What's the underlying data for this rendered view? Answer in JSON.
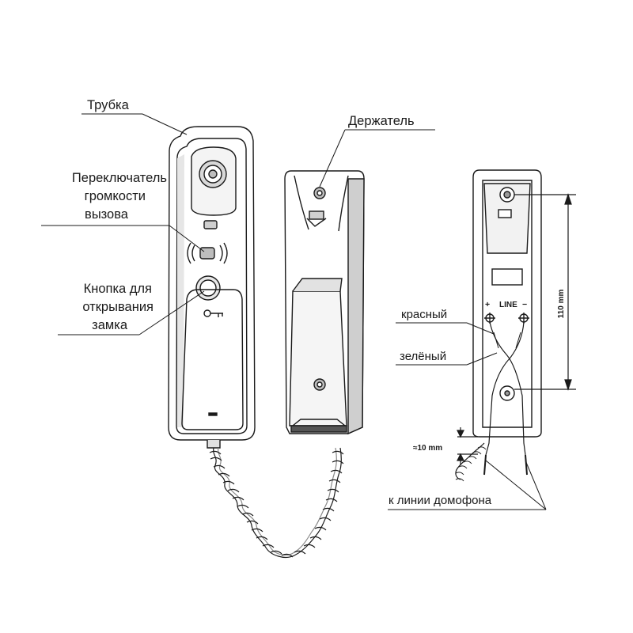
{
  "labels": {
    "handset": "Трубка",
    "holder": "Держатель",
    "volume_line1": "Переключатель",
    "volume_line2": "громкости",
    "volume_line3": "вызова",
    "unlock_line1": "Кнопка для",
    "unlock_line2": "открывания",
    "unlock_line3": "замка",
    "red_wire": "красный",
    "green_wire": "зелёный",
    "to_line": "к линии домофона",
    "line_mark": "LINE",
    "plus_mark": "+",
    "minus_mark": "−"
  },
  "dimensions": {
    "height_label": "110 mm",
    "gap_label": "≈10 mm"
  },
  "colors": {
    "stroke": "#1a1a1a",
    "body_fill": "#ffffff",
    "shade": "#dcdcdc",
    "dark_shade": "#9a9a9a"
  },
  "icons": {
    "volume": "volume-switch-icon",
    "key": "key-icon",
    "speaker": "speaker-icon",
    "screw": "screw-icon"
  }
}
